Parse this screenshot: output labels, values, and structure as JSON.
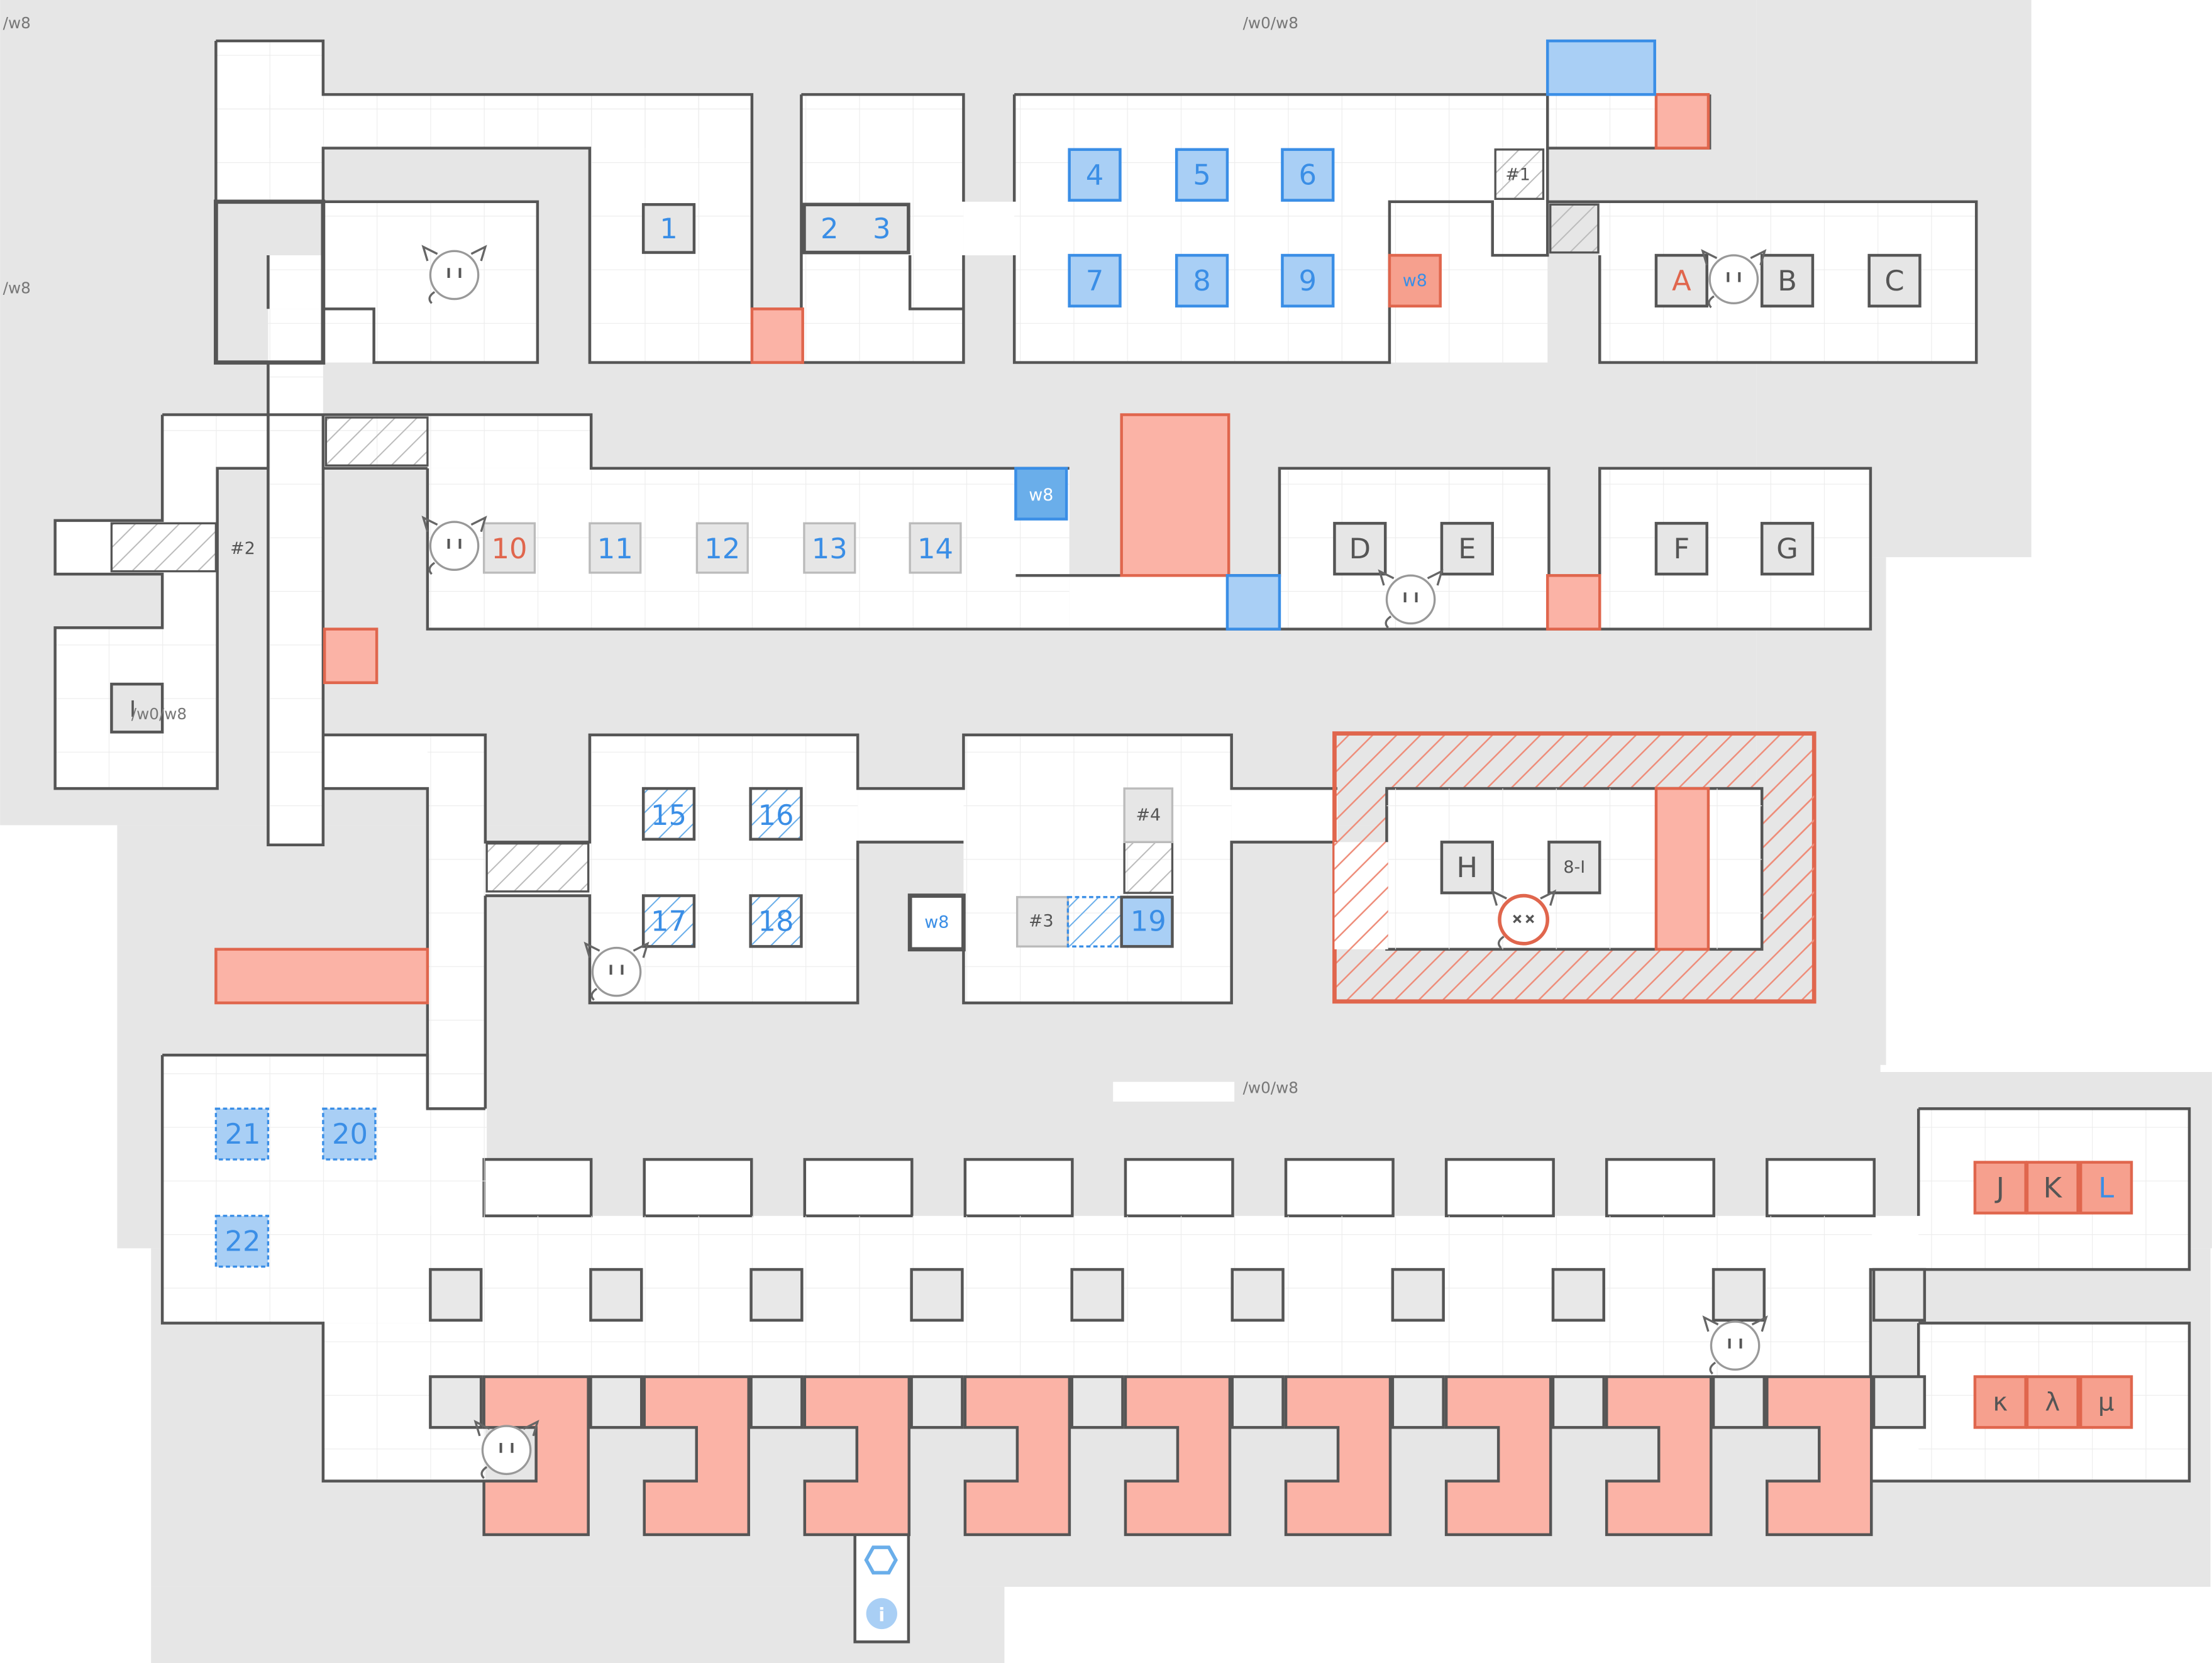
{
  "path_labels": {
    "top_left": "/w8",
    "mid_left": "/w8",
    "top_center": "/w0/w8",
    "left_small": "/w0/w8",
    "bottom_center": "/w0/w8"
  },
  "room_1": {
    "tiles": [
      "1",
      "2",
      "3"
    ]
  },
  "room_2": {
    "tiles": [
      "4",
      "5",
      "6",
      "7",
      "8",
      "9"
    ],
    "red_tile": "w8",
    "marker": "#1"
  },
  "room_3": {
    "tiles": [
      "A",
      "B",
      "C"
    ]
  },
  "corridor": {
    "tiles": [
      "10",
      "11",
      "12",
      "13",
      "14"
    ],
    "blue_tile": "w8"
  },
  "room_4": {
    "tiles": [
      "D",
      "E"
    ]
  },
  "room_5": {
    "tiles": [
      "F",
      "G"
    ]
  },
  "left_wing": {
    "marker": "#2",
    "tile": "I"
  },
  "room_6": {
    "tiles": [
      "15",
      "16",
      "17",
      "18"
    ]
  },
  "room_7": {
    "marker_top": "#4",
    "marker_left": "#3",
    "tile": "19",
    "side_tile": "w8"
  },
  "red_room": {
    "tiles": [
      "H",
      "8-I"
    ]
  },
  "blue_cluster": {
    "tiles": [
      "21",
      "20",
      "22"
    ]
  },
  "right_room": {
    "tiles_top": [
      "J",
      "K",
      "L"
    ],
    "tiles_bottom": [
      "κ",
      "λ",
      "μ"
    ]
  },
  "toolbar": {
    "hex_icon": "hexagon-icon",
    "info_icon": "info-icon"
  },
  "colors": {
    "red_fill": "#fbb3a6",
    "red_stroke": "#e0664d",
    "blue_fill": "#a9cff5",
    "blue_text": "#3a8ee6",
    "wall": "#555555",
    "floor": "#ffffff",
    "void": "#e6e6e6"
  }
}
